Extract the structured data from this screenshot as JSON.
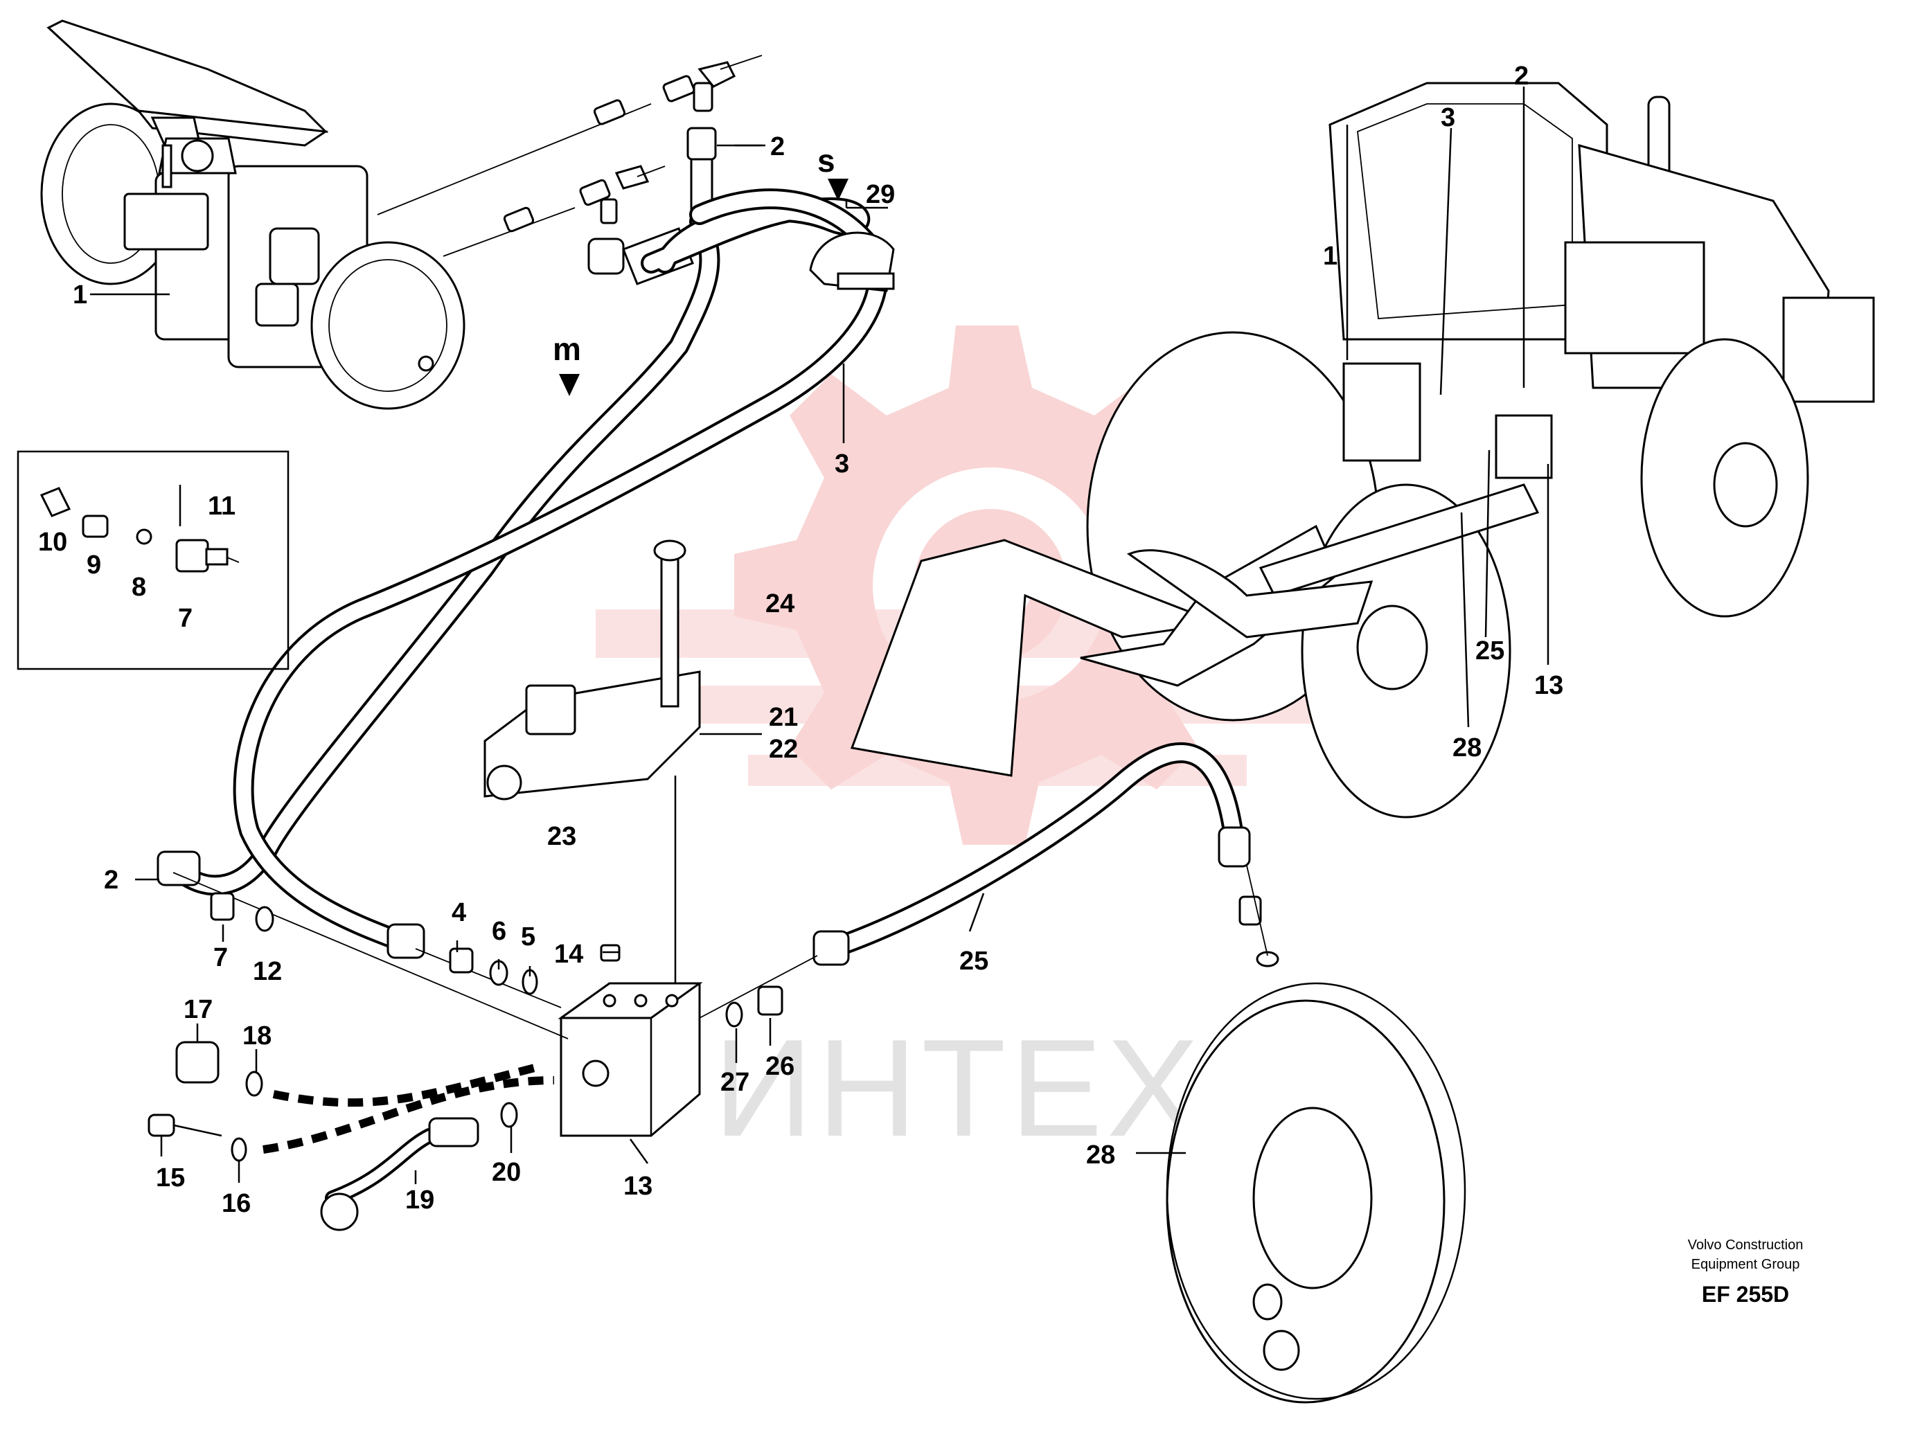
{
  "watermark": {
    "text": "ИНТЕХ",
    "color": "#f6c6c6"
  },
  "direction_marks": {
    "s": "s",
    "m": "m"
  },
  "callouts": {
    "c1": "1",
    "c2a": "2",
    "c2b": "2",
    "c3": "3",
    "c29": "29",
    "c24": "24",
    "c21": "21",
    "c22": "22",
    "c23": "23",
    "c4": "4",
    "c5": "5",
    "c6": "6",
    "c7b": "7",
    "c12": "12",
    "c14": "14",
    "c13": "13",
    "c17": "17",
    "c18": "18",
    "c15": "15",
    "c16": "16",
    "c19": "19",
    "c20": "20",
    "c25": "25",
    "c26": "26",
    "c27": "27",
    "c28": "28"
  },
  "detail_callouts": {
    "c10": "10",
    "c9": "9",
    "c8": "8",
    "c7": "7",
    "c11": "11"
  },
  "machine_callouts": {
    "c1": "1",
    "c2": "2",
    "c3": "3",
    "c25": "25",
    "c13": "13",
    "c28": "28"
  },
  "credit": {
    "line1": "Volvo Construction",
    "line2": "Equipment Group",
    "code": "EF 255D"
  }
}
